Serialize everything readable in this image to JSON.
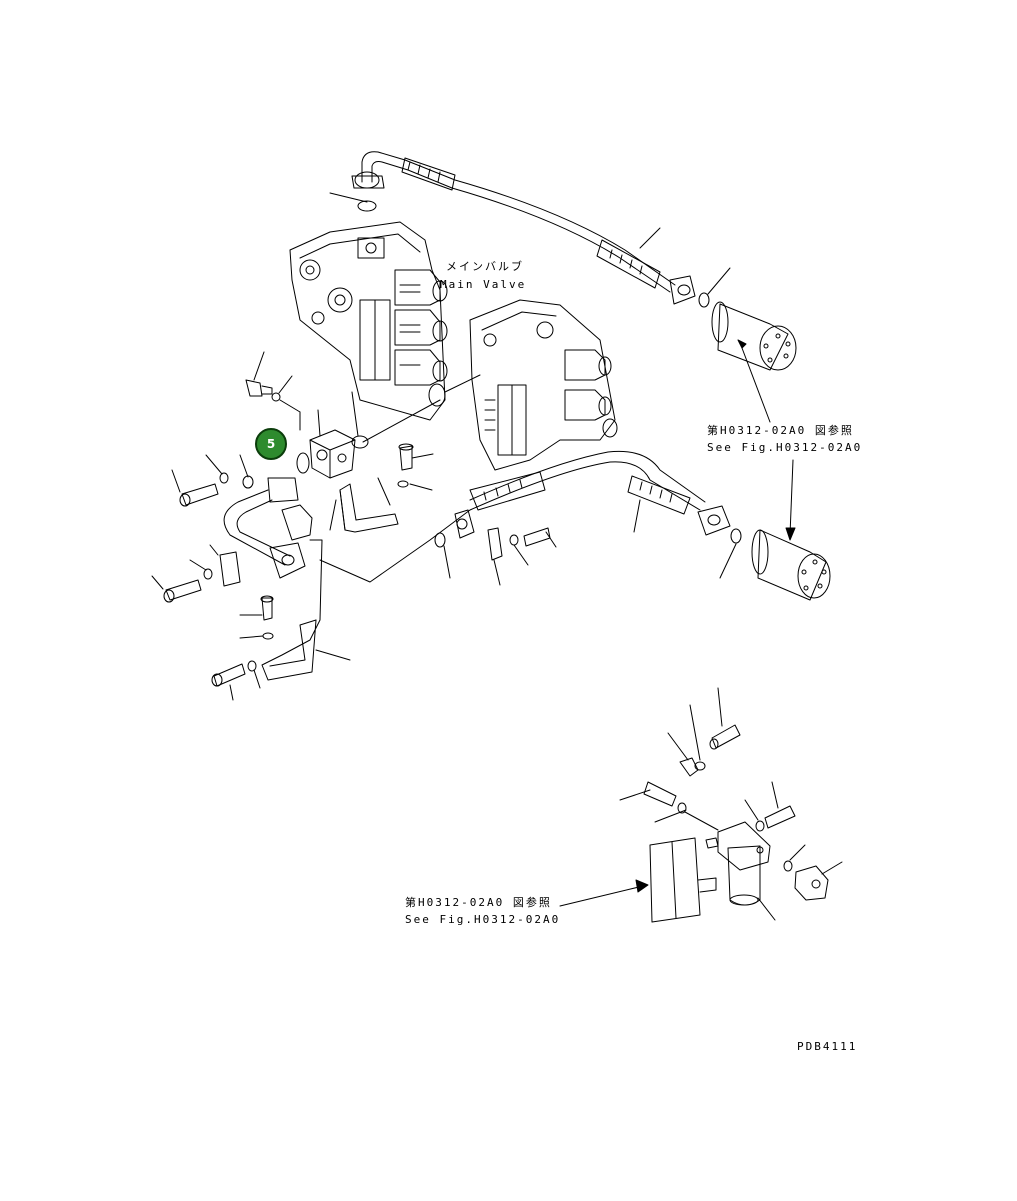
{
  "labels": {
    "main_valve_jp": "メインバルブ",
    "main_valve_en": "Main Valve",
    "ref_jp_1": "第H0312-02A0 図参照",
    "ref_en_1": "See Fig.H0312-02A0",
    "ref_jp_2": "第H0312-02A0 図参照",
    "ref_en_2": "See Fig.H0312-02A0",
    "drawing_no": "PDB4111"
  },
  "marker": {
    "number": "5",
    "color": "#2e8b2e",
    "border": "#0b3d0b"
  },
  "line_color": "#000000"
}
